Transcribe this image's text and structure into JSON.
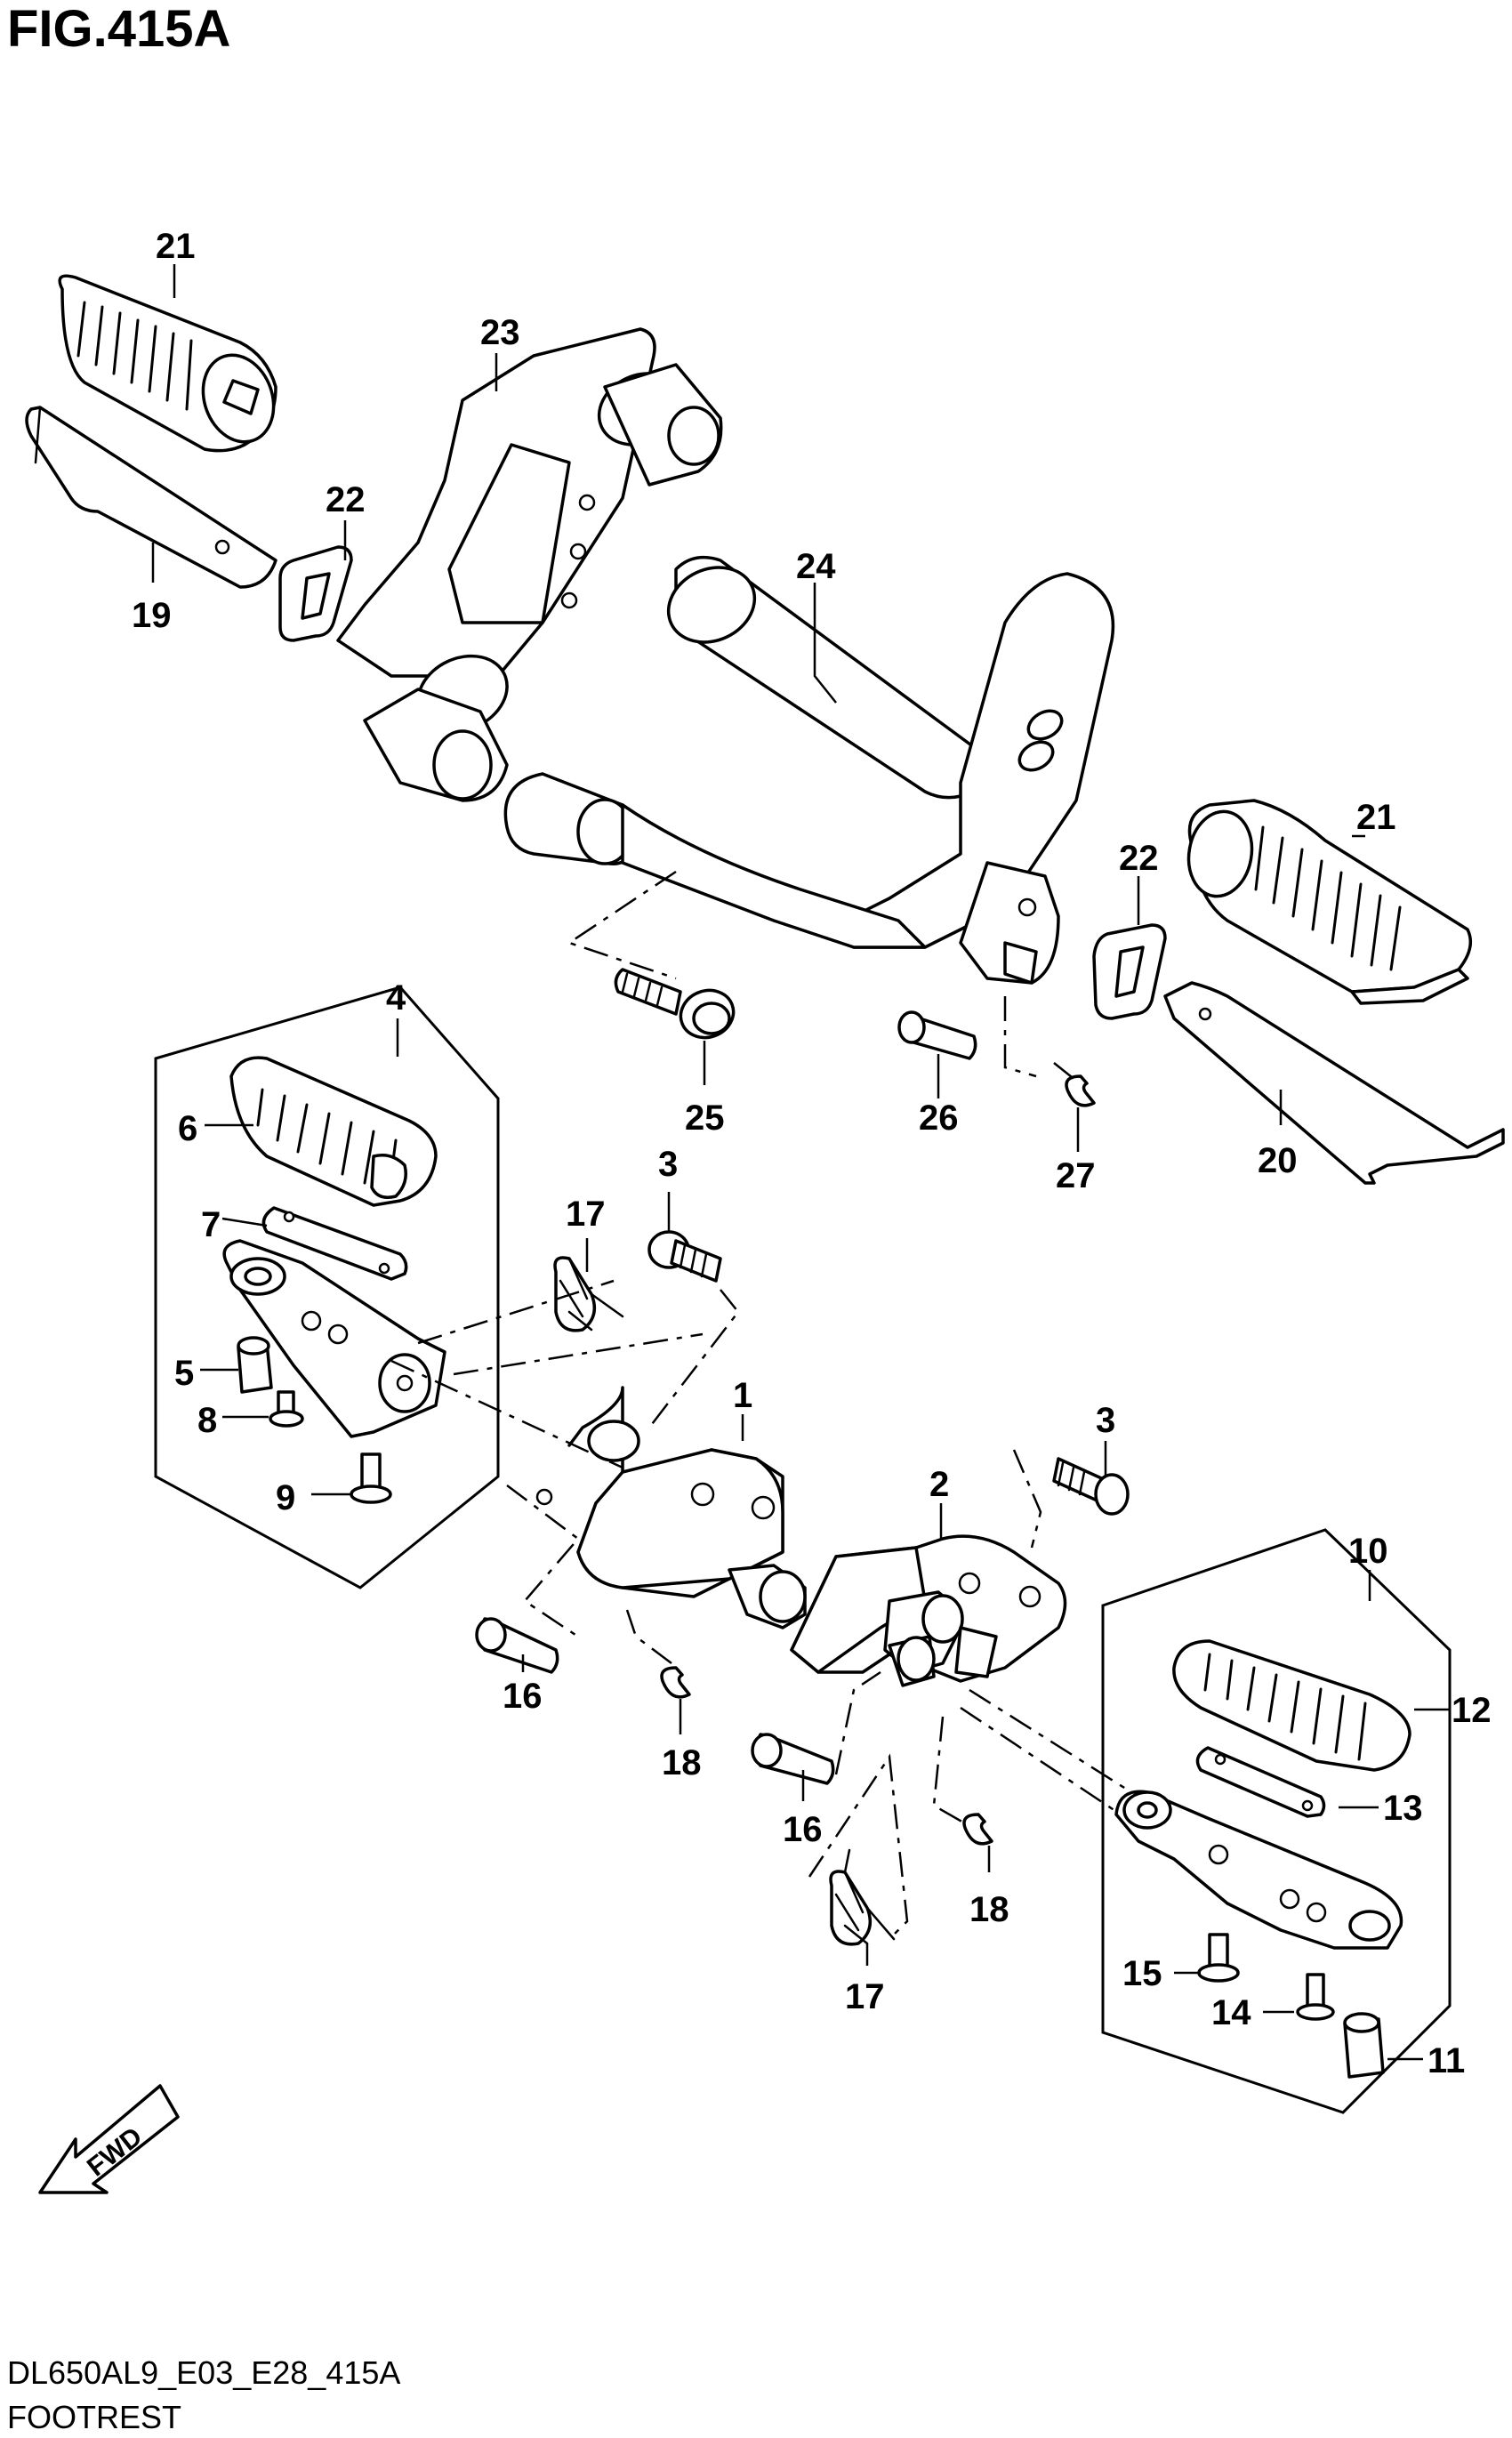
{
  "figure": {
    "title": "FIG.415A",
    "model_code": "DL650AL9_E03_E28_415A",
    "section_name": "FOOTREST",
    "direction_label": "FWD"
  },
  "callouts": {
    "c1": "1",
    "c2": "2",
    "c3a": "3",
    "c3b": "3",
    "c4": "4",
    "c5": "5",
    "c6": "6",
    "c7": "7",
    "c8": "8",
    "c9": "9",
    "c10": "10",
    "c11": "11",
    "c12": "12",
    "c13": "13",
    "c14": "14",
    "c15": "15",
    "c16a": "16",
    "c16b": "16",
    "c17a": "17",
    "c17b": "17",
    "c18a": "18",
    "c18b": "18",
    "c19": "19",
    "c20": "20",
    "c21a": "21",
    "c21b": "21",
    "c22a": "22",
    "c22b": "22",
    "c23": "23",
    "c24": "24",
    "c25": "25",
    "c26": "26",
    "c27": "27"
  }
}
